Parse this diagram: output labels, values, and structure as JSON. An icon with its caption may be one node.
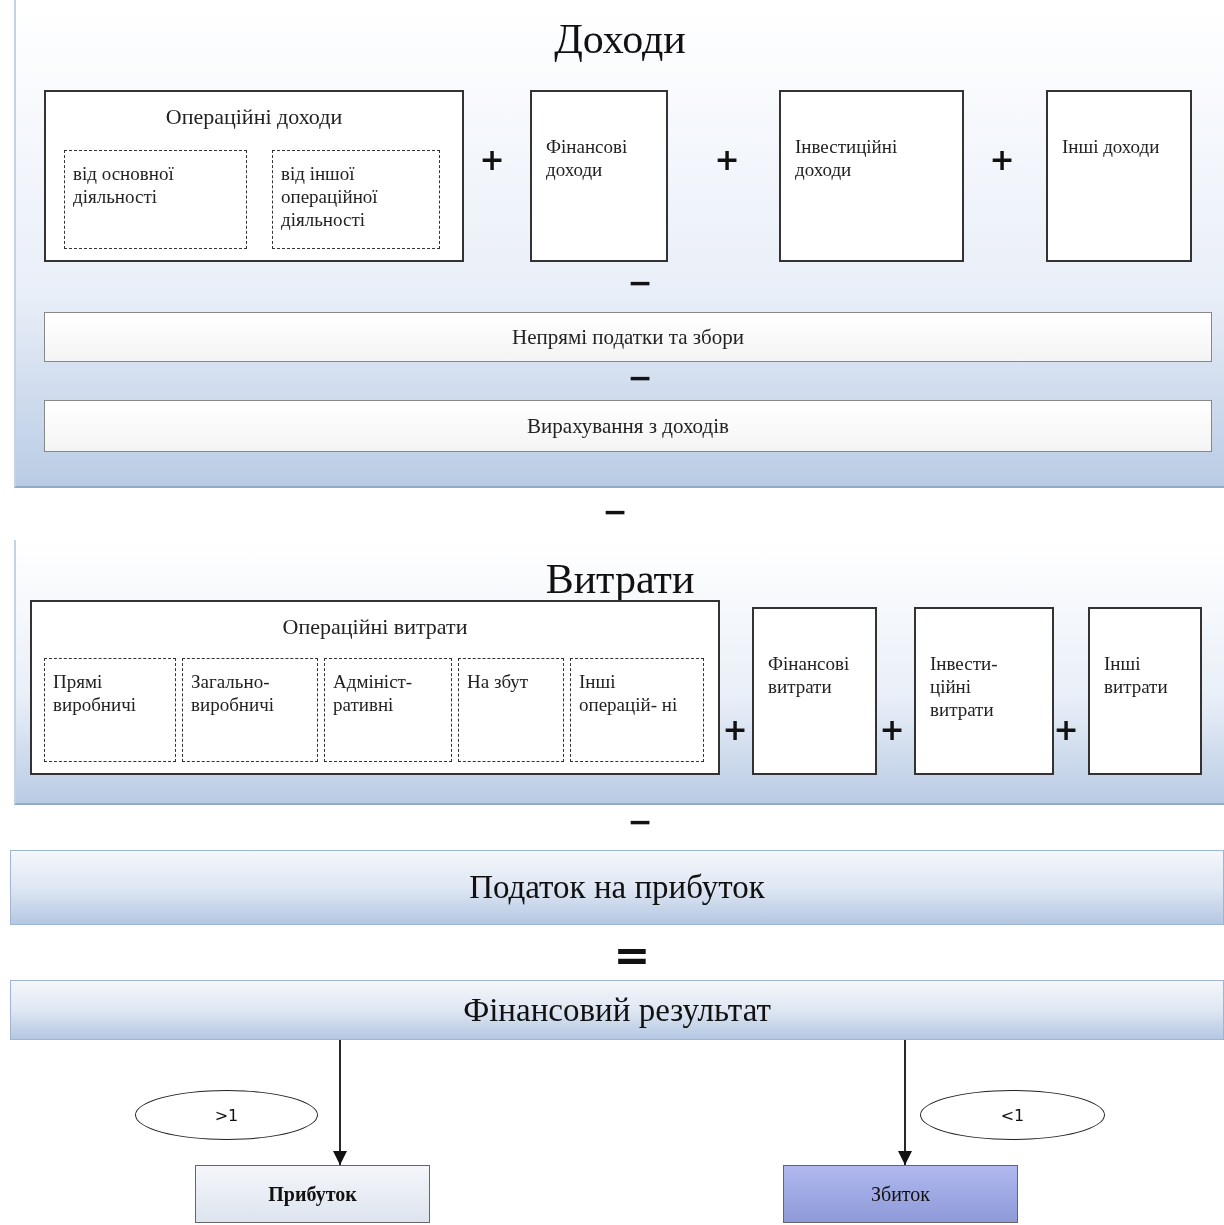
{
  "diagram": {
    "nodes": [
      {
        "text": [
          "Доходи"
        ]
      },
      {
        "text": [
          "Операційні доходи"
        ],
        "in": 0
      },
      {
        "text": [
          "від основної діяльності"
        ],
        "in": 1
      },
      {
        "text": [
          "від іншої операційної діяльності"
        ],
        "in": 1
      },
      {
        "text": [
          "Фінансові доходи"
        ],
        "in": 0
      },
      {
        "text": [
          "Інвестиційні доходи"
        ],
        "in": 0
      },
      {
        "text": [
          "Інші доходи"
        ],
        "in": 0
      },
      {
        "text": [
          "Непрямі податки та збори"
        ],
        "in": 0
      },
      {
        "text": [
          "Вирахування з доходів"
        ],
        "in": 0
      },
      {
        "text": [
          "Витрати"
        ]
      },
      {
        "text": [
          "Операційні витрати"
        ],
        "in": 9
      },
      {
        "text": [
          "Прямі виробничі"
        ],
        "in": 10
      },
      {
        "text": [
          "Загально- виробничі"
        ],
        "in": 10
      },
      {
        "text": [
          "Адмініст- ративні"
        ],
        "in": 10
      },
      {
        "text": [
          "На збут"
        ],
        "in": 10
      },
      {
        "text": [
          "Інші операцій- ні"
        ],
        "in": 10
      },
      {
        "text": [
          "Фінансові витрати"
        ],
        "in": 9
      },
      {
        "text": [
          "Інвести- ційні витрати"
        ],
        "in": 9
      },
      {
        "text": [
          "Інші витрати"
        ],
        "in": 9
      },
      {
        "text": [
          "Податок на прибуток"
        ]
      },
      {
        "text": [
          "Фінансовий результат"
        ]
      },
      {
        "text": [
          ">1"
        ]
      },
      {
        "text": [
          "<1"
        ]
      },
      {
        "text": [
          "Прибуток"
        ]
      },
      {
        "text": [
          "Збиток"
        ]
      }
    ],
    "edges": [
      {
        "from": 20,
        "to": 23,
        "arrow": "to"
      },
      {
        "from": 20,
        "to": 24,
        "arrow": "to"
      }
    ],
    "labels": [
      "+",
      "+",
      "+",
      "−",
      "−",
      "−",
      "+",
      "+",
      "+",
      "−",
      "="
    ]
  }
}
